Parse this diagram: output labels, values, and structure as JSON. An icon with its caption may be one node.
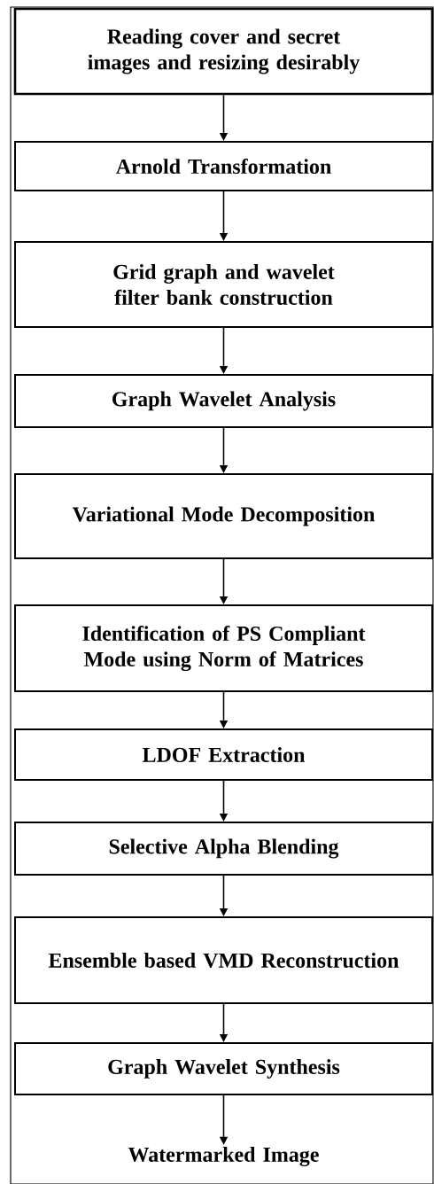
{
  "diagram": {
    "nodes": [
      {
        "text": [
          "Reading cover and secret images and resizing desirably"
        ]
      },
      {
        "text": [
          "Arnold Transformation"
        ]
      },
      {
        "text": [
          "Grid graph and wavelet filter bank construction"
        ]
      },
      {
        "text": [
          "Graph Wavelet Analysis"
        ]
      },
      {
        "text": [
          "Variational Mode Decomposition"
        ]
      },
      {
        "text": [
          "Identification of PS Compliant Mode using Norm of Matrices"
        ]
      },
      {
        "text": [
          "LDOF Extraction"
        ]
      },
      {
        "text": [
          "Selective Alpha Blending"
        ]
      },
      {
        "text": [
          "Ensemble based VMD Reconstruction"
        ]
      },
      {
        "text": [
          "Graph Wavelet Synthesis"
        ]
      },
      {
        "text": [
          "Watermarked Image"
        ]
      }
    ],
    "edges": [
      {
        "from": 0,
        "to": 1,
        "arrow": "to"
      },
      {
        "from": 1,
        "to": 2,
        "arrow": "to"
      },
      {
        "from": 2,
        "to": 3,
        "arrow": "to"
      },
      {
        "from": 3,
        "to": 4,
        "arrow": "to"
      },
      {
        "from": 4,
        "to": 5,
        "arrow": "to"
      },
      {
        "from": 5,
        "to": 6,
        "arrow": "to"
      },
      {
        "from": 6,
        "to": 7,
        "arrow": "to"
      },
      {
        "from": 7,
        "to": 8,
        "arrow": "to"
      },
      {
        "from": 8,
        "to": 9,
        "arrow": "to"
      },
      {
        "from": 9,
        "to": 10,
        "arrow": "to"
      }
    ]
  }
}
